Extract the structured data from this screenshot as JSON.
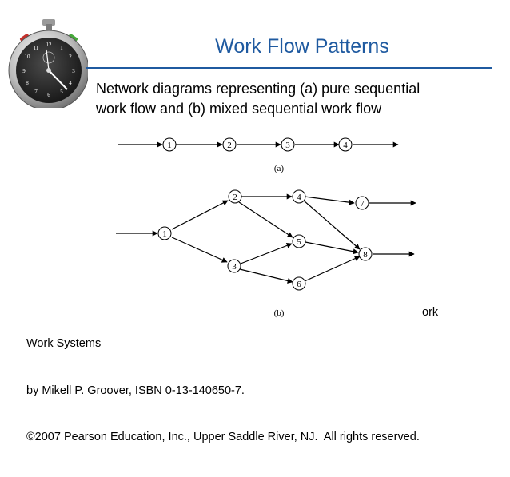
{
  "slide": {
    "title": "Work Flow Patterns",
    "subtitle_line1": "Network diagrams representing (a) pure sequential",
    "subtitle_line2": "work flow and (b) mixed sequential work flow"
  },
  "diagram_a": {
    "caption": "(a)",
    "nodes": [
      "1",
      "2",
      "3",
      "4"
    ]
  },
  "diagram_b": {
    "caption": "(b)",
    "nodes": [
      "1",
      "2",
      "3",
      "4",
      "5",
      "6",
      "7",
      "8"
    ],
    "edges": [
      [
        "1",
        "2"
      ],
      [
        "1",
        "3"
      ],
      [
        "2",
        "4"
      ],
      [
        "2",
        "5"
      ],
      [
        "3",
        "5"
      ],
      [
        "3",
        "6"
      ],
      [
        "4",
        "7"
      ],
      [
        "4",
        "8"
      ],
      [
        "5",
        "8"
      ],
      [
        "6",
        "8"
      ]
    ]
  },
  "footer": {
    "line1_start": "Work Systems",
    "line1_end": "ork",
    "line2": "by Mikell P. Groover, ISBN 0-13-140650-7.",
    "line3": "©2007 Pearson Education, Inc., Upper Saddle River, NJ.  All rights reserved."
  },
  "icons": {
    "logo": "stopwatch-icon"
  },
  "colors": {
    "title": "#1f5aa0",
    "rule": "#1f5aa0",
    "text": "#000000"
  }
}
